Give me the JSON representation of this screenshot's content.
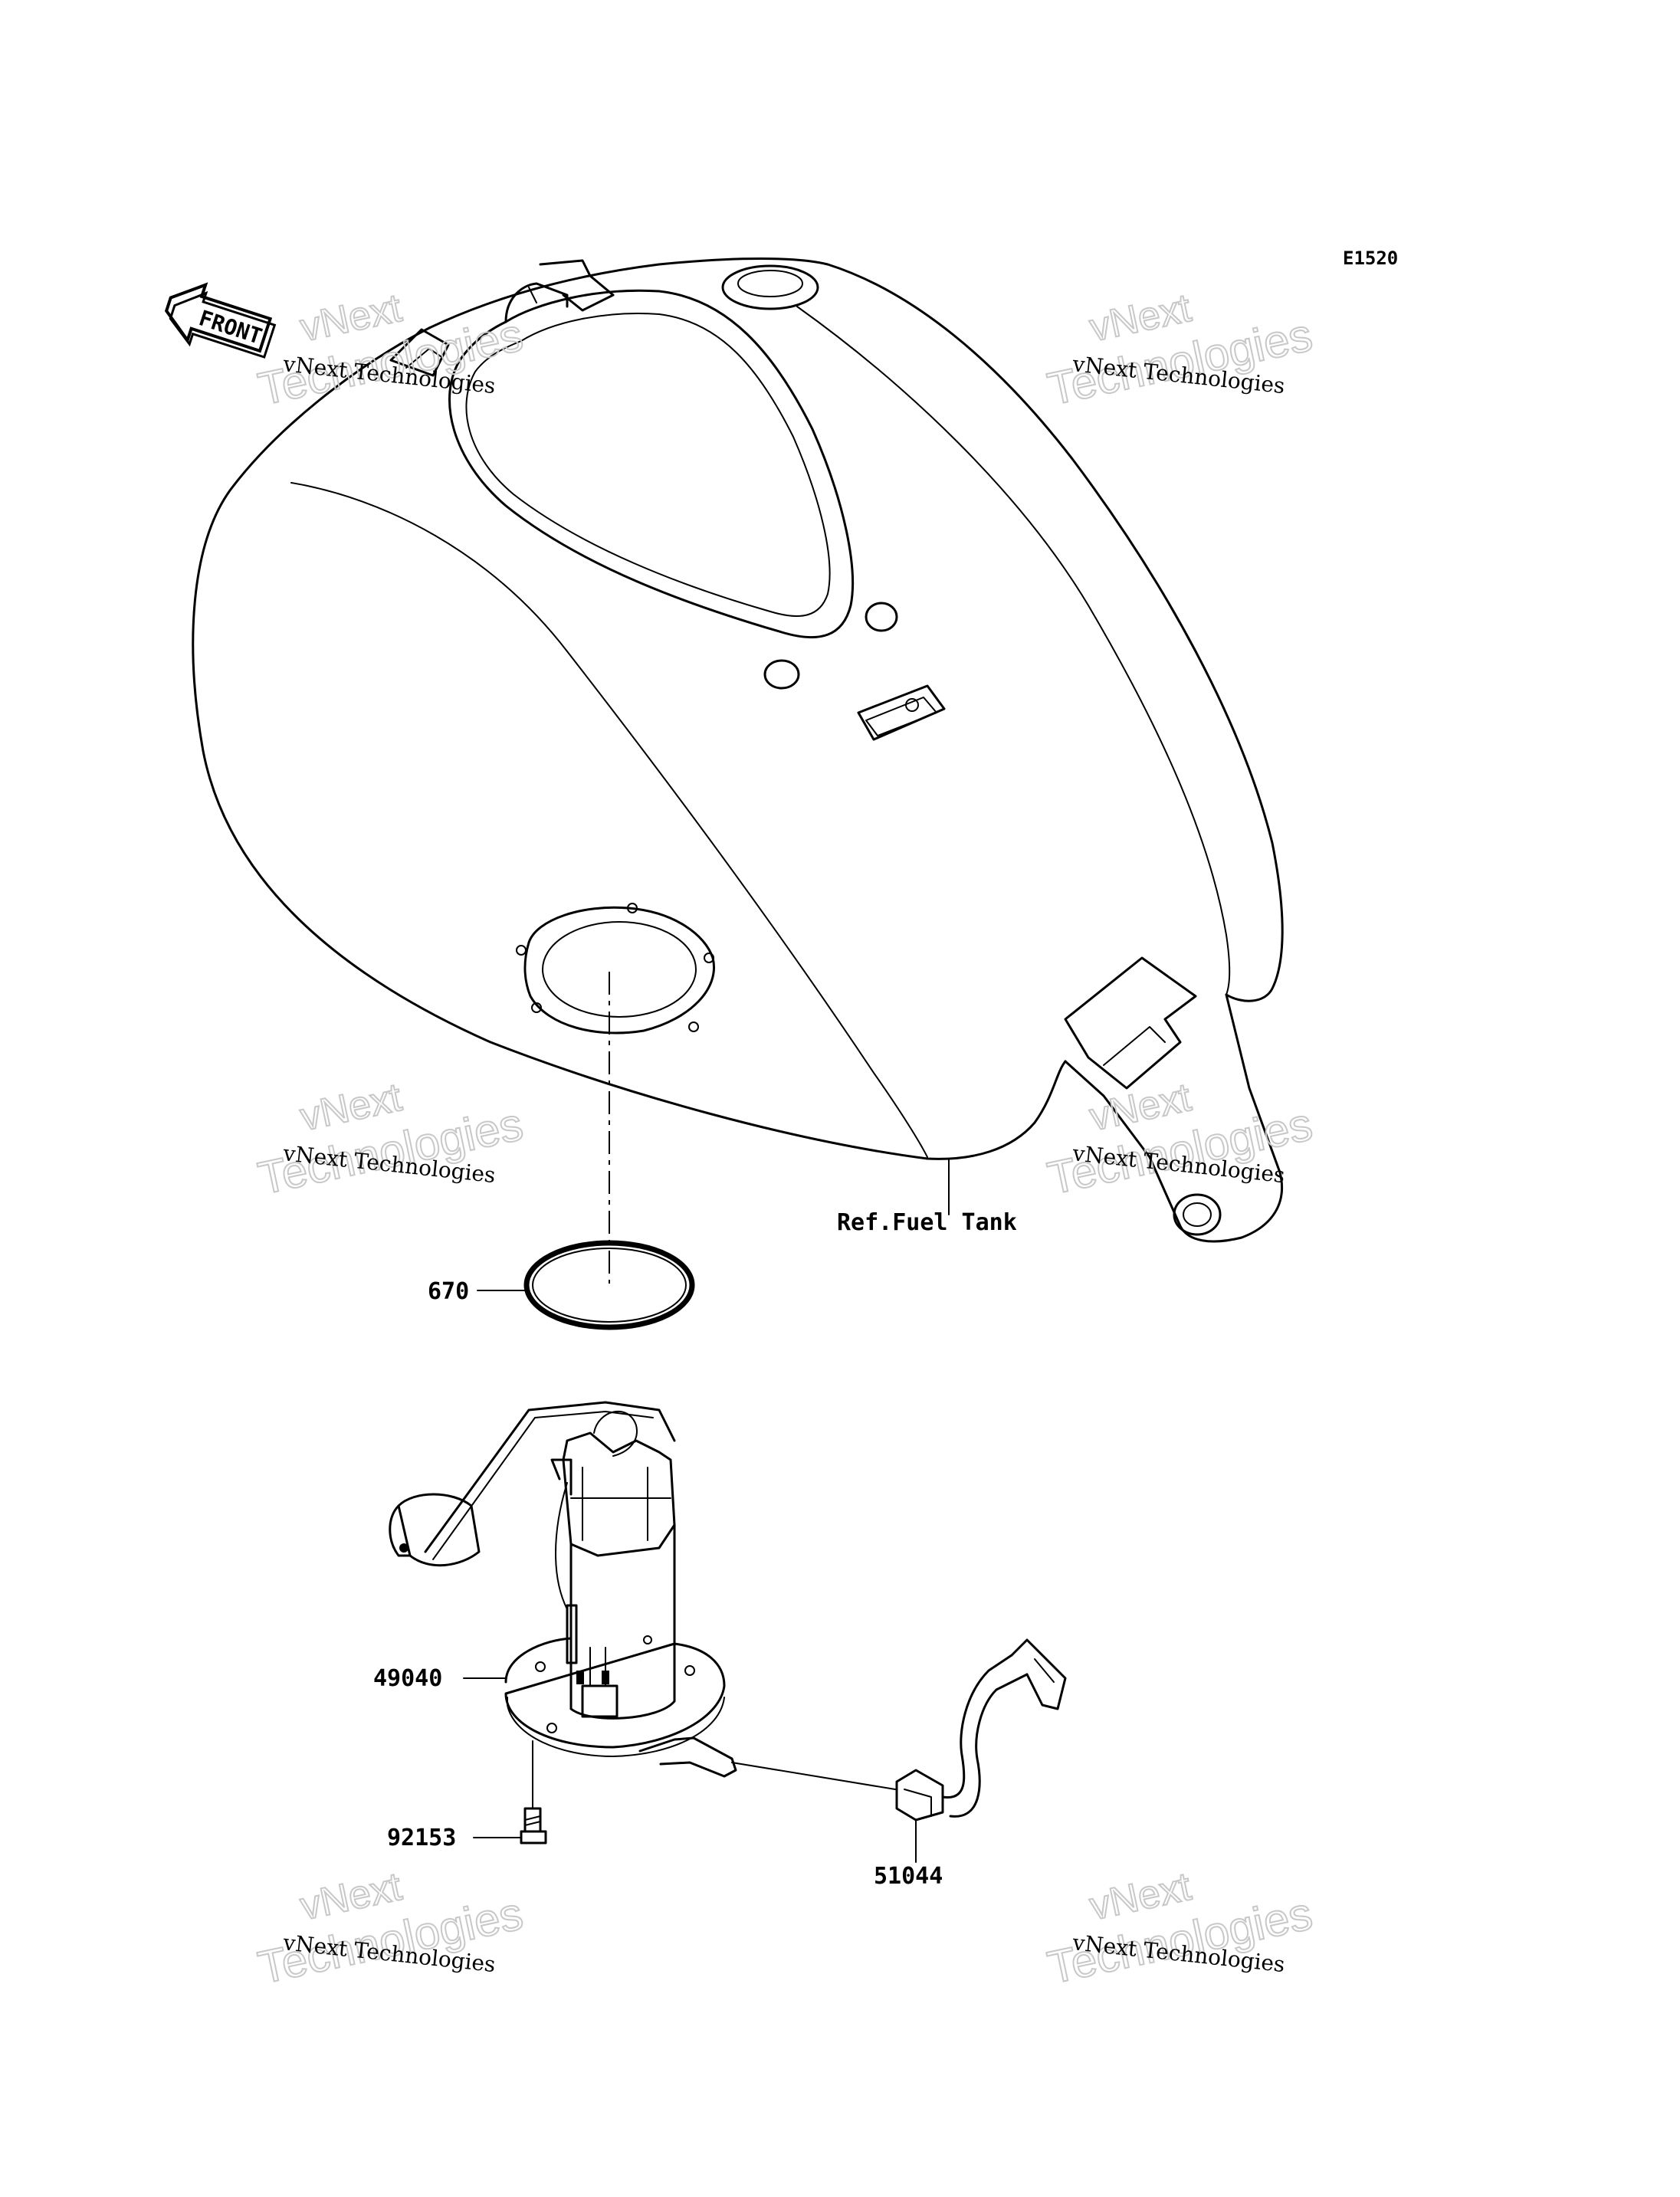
{
  "diagram_code": "E1520",
  "front_arrow_label": "FRONT",
  "callouts": {
    "ref_fuel_tank": "Ref.Fuel Tank",
    "part_670": "670",
    "part_49040": "49040",
    "part_92153": "92153",
    "part_51044": "51044"
  },
  "watermarks": [
    {
      "small": "vNext Technologies",
      "line1": "vNext",
      "line2": "Technologies"
    },
    {
      "small": "vNext Technologies",
      "line1": "vNext",
      "line2": "Technologies"
    },
    {
      "small": "vNext Technologies",
      "line1": "vNext",
      "line2": "Technologies"
    },
    {
      "small": "vNext Technologies",
      "line1": "vNext",
      "line2": "Technologies"
    },
    {
      "small": "vNext Technologies",
      "line1": "vNext",
      "line2": "Technologies"
    },
    {
      "small": "vNext Technologies",
      "line1": "vNext",
      "line2": "Technologies"
    }
  ]
}
